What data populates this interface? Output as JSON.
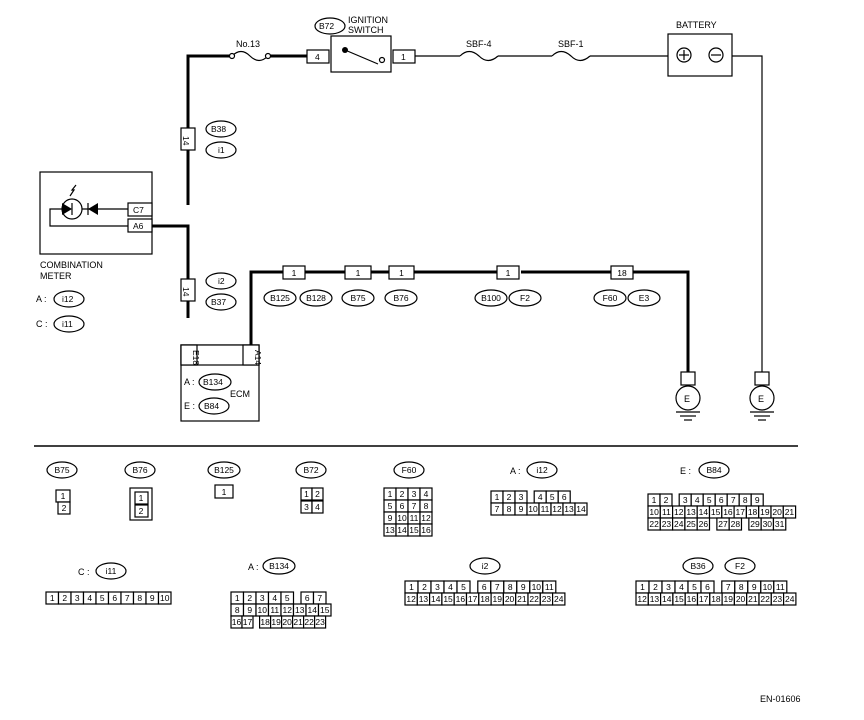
{
  "diagram": {
    "battery": {
      "label": "BATTERY",
      "plus": "+",
      "minus": "−"
    },
    "ignition_switch": {
      "label_line1": "IGNITION",
      "label_line2": "SWITCH",
      "connector": "B72",
      "pin_in": "4",
      "pin_out": "1"
    },
    "fuse_no13": "No.13",
    "fuse_sbf4": "SBF-4",
    "fuse_sbf1": "SBF-1",
    "combination_meter": {
      "label_line1": "COMBINATION",
      "label_line2": "METER",
      "pin_top": "C7",
      "pin_bottom": "A6",
      "conn_a_prefix": "A :",
      "conn_a": "i12",
      "conn_c_prefix": "C :",
      "conn_c": "i11"
    },
    "junction_b38": {
      "pin": "14",
      "tag1": "B38",
      "tag2": "i1"
    },
    "junction_i2": {
      "pin": "14",
      "tag1": "i2",
      "tag2": "B37"
    },
    "ecm": {
      "label": "ECM",
      "pin_left": "E18",
      "pin_right": "A14",
      "conn_a_prefix": "A :",
      "conn_a": "B134",
      "conn_e_prefix": "E :",
      "conn_e": "B84"
    },
    "ground_line": [
      {
        "pin": "1",
        "tags": [
          "B125",
          "B128"
        ]
      },
      {
        "pin": "1",
        "tags": [
          "B75"
        ]
      },
      {
        "pin": "1",
        "tags": [
          "B76"
        ]
      },
      {
        "pin": "1",
        "tags": [
          "B100",
          "F2"
        ]
      },
      {
        "pin": "18",
        "tags": [
          "F60",
          "E3"
        ]
      }
    ],
    "ground_symbol": "E"
  },
  "connectors": {
    "b75": {
      "name": "B75",
      "pins": [
        "1",
        "2"
      ]
    },
    "b76": {
      "name": "B76",
      "pins": [
        "1",
        "2"
      ]
    },
    "b125": {
      "name": "B125",
      "pins": [
        "1"
      ]
    },
    "b72": {
      "name": "B72",
      "pins": [
        "1",
        "2",
        "3",
        "4"
      ]
    },
    "f60": {
      "name": "F60",
      "pins": [
        "1",
        "2",
        "3",
        "4",
        "5",
        "6",
        "7",
        "8",
        "9",
        "10",
        "11",
        "12",
        "13",
        "14",
        "15",
        "16"
      ]
    },
    "i12": {
      "prefix": "A :",
      "name": "i12",
      "row1": [
        "1",
        "2",
        "3",
        "",
        "4",
        "5",
        "6"
      ],
      "row2": [
        "7",
        "8",
        "9",
        "10",
        "11",
        "12",
        "13",
        "14"
      ]
    },
    "b84": {
      "prefix": "E :",
      "name": "B84",
      "row1": [
        "1",
        "2",
        "",
        "3",
        "4",
        "5",
        "6",
        "7",
        "8",
        "9"
      ],
      "row2": [
        "10",
        "11",
        "12",
        "13",
        "14",
        "15",
        "16",
        "17",
        "18",
        "19",
        "20",
        "21"
      ],
      "row3": [
        "22",
        "23",
        "24",
        "25",
        "26",
        "",
        "27",
        "28",
        "",
        "29",
        "30",
        "31"
      ]
    },
    "i11": {
      "prefix": "C :",
      "name": "i11",
      "pins": [
        "1",
        "2",
        "3",
        "4",
        "5",
        "6",
        "7",
        "8",
        "9",
        "10"
      ]
    },
    "b134": {
      "prefix": "A :",
      "name": "B134",
      "row1": [
        "1",
        "2",
        "3",
        "4",
        "5",
        "",
        "6",
        "7"
      ],
      "row2": [
        "8",
        "9",
        "10",
        "11",
        "12",
        "13",
        "14",
        "15"
      ],
      "row3": [
        "16",
        "17",
        "",
        "18",
        "19",
        "20",
        "21",
        "22",
        "23"
      ]
    },
    "i2": {
      "name": "i2",
      "row1": [
        "1",
        "2",
        "3",
        "4",
        "5",
        "",
        "6",
        "7",
        "8",
        "9",
        "10",
        "11"
      ],
      "row2": [
        "12",
        "13",
        "14",
        "15",
        "16",
        "17",
        "18",
        "19",
        "20",
        "21",
        "22",
        "23",
        "24"
      ]
    },
    "b36f2": {
      "name1": "B36",
      "name2": "F2",
      "row1": [
        "1",
        "2",
        "3",
        "4",
        "5",
        "6",
        "",
        "7",
        "8",
        "9",
        "10",
        "11"
      ],
      "row2": [
        "12",
        "13",
        "14",
        "15",
        "16",
        "17",
        "18",
        "19",
        "20",
        "21",
        "22",
        "23",
        "24"
      ]
    }
  },
  "footer": {
    "code": "EN-01606"
  }
}
